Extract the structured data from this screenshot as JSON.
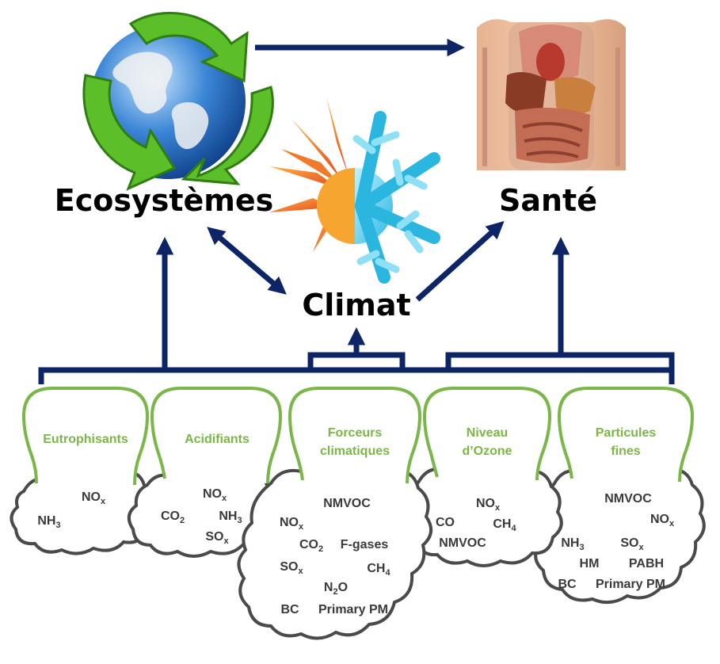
{
  "nodes": {
    "ecosystems": "Ecosystèmes",
    "health": "Santé",
    "climate": "Climat"
  },
  "groups": [
    {
      "title": [
        "Eutrophisants"
      ],
      "pollutants": [
        {
          "main": "NO",
          "sub": "x"
        },
        {
          "main": "NH",
          "sub": "3"
        }
      ]
    },
    {
      "title": [
        "Acidifiants"
      ],
      "pollutants": [
        {
          "main": "NO",
          "sub": "x"
        },
        {
          "main": "CO",
          "sub": "2"
        },
        {
          "main": "NH",
          "sub": "3"
        },
        {
          "main": "SO",
          "sub": "x"
        }
      ]
    },
    {
      "title": [
        "Forceurs",
        "climatiques"
      ],
      "pollutants": [
        {
          "main": "NMVOC",
          "sub": ""
        },
        {
          "main": "NO",
          "sub": "x"
        },
        {
          "main": "CO",
          "sub": "2"
        },
        {
          "main": "F-gases",
          "sub": ""
        },
        {
          "main": "SO",
          "sub": "x"
        },
        {
          "main": "CH",
          "sub": "4"
        },
        {
          "main": "N",
          "sub": "2",
          "tail": "O"
        },
        {
          "main": "BC",
          "sub": ""
        },
        {
          "main": "Primary PM",
          "sub": ""
        }
      ]
    },
    {
      "title": [
        "Niveau",
        "d’Ozone"
      ],
      "pollutants": [
        {
          "main": "NO",
          "sub": "x"
        },
        {
          "main": "CO",
          "sub": ""
        },
        {
          "main": "CH",
          "sub": "4"
        },
        {
          "main": "NMVOC",
          "sub": ""
        }
      ]
    },
    {
      "title": [
        "Particules",
        "fines"
      ],
      "pollutants": [
        {
          "main": "NMVOC",
          "sub": ""
        },
        {
          "main": "NO",
          "sub": "x"
        },
        {
          "main": "NH",
          "sub": "3"
        },
        {
          "main": "SO",
          "sub": "x"
        },
        {
          "main": "HM",
          "sub": ""
        },
        {
          "main": "PABH",
          "sub": ""
        },
        {
          "main": "BC",
          "sub": ""
        },
        {
          "main": "Primary PM",
          "sub": ""
        }
      ]
    }
  ],
  "colors": {
    "arrow": "#0d2466",
    "category_outline": "#7ab648",
    "category_text": "#7ab648",
    "cloud_outline": "#4a4a4a",
    "pollutant_text": "#3a3a3a"
  },
  "icons": {
    "ecosystems": "recycling-globe-icon",
    "health": "human-anatomy-icon",
    "climate": "sun-snowflake-icon"
  }
}
